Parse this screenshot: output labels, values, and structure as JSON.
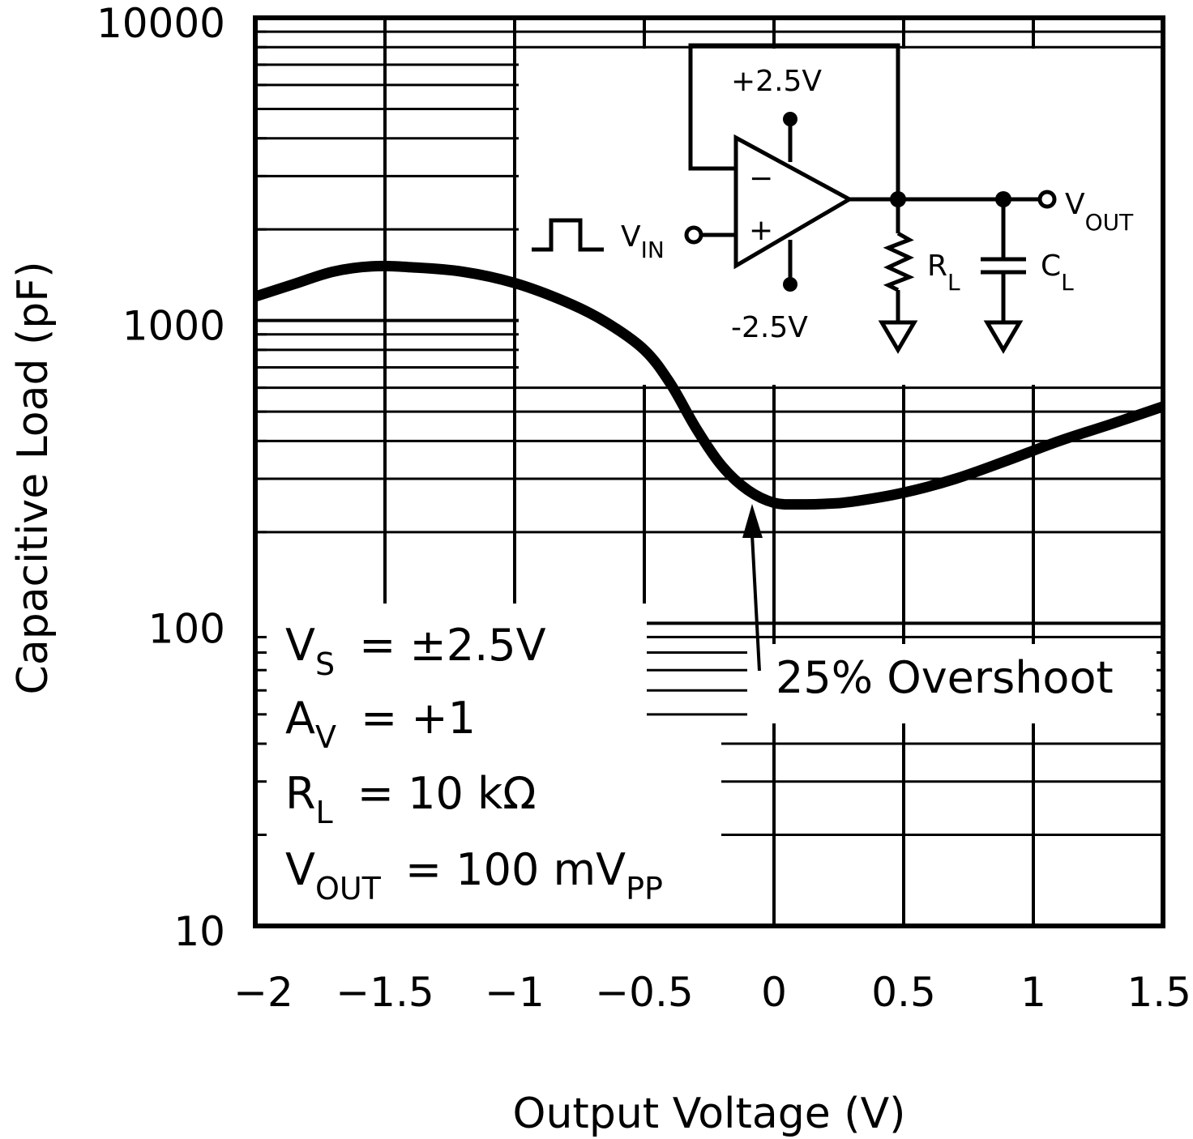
{
  "chart_data": {
    "type": "line",
    "title": "",
    "xlabel": "Output Voltage (V)",
    "ylabel": "Capacitive Load (pF)",
    "xlim": [
      -2,
      1.5
    ],
    "ylim": [
      10,
      10000
    ],
    "yscale": "log",
    "grid": true,
    "x_ticks": [
      "-2",
      "-1.5",
      "-1",
      "-0.5",
      "0",
      "0.5",
      "1",
      "1.5"
    ],
    "y_ticks": [
      "10",
      "100",
      "1000",
      "10000"
    ],
    "series": [
      {
        "name": "25% Overshoot",
        "x": [
          -2.0,
          -1.85,
          -1.7,
          -1.55,
          -1.4,
          -1.2,
          -1.0,
          -0.8,
          -0.65,
          -0.5,
          -0.4,
          -0.3,
          -0.2,
          -0.1,
          0.0,
          0.1,
          0.2,
          0.3,
          0.5,
          0.7,
          0.9,
          1.1,
          1.3,
          1.5
        ],
        "y": [
          1200,
          1320,
          1450,
          1510,
          1500,
          1450,
          1330,
          1150,
          990,
          800,
          620,
          440,
          330,
          275,
          250,
          247,
          248,
          252,
          270,
          300,
          345,
          400,
          455,
          520
        ]
      }
    ],
    "annotations": [
      {
        "text": "25% Overshoot",
        "x": -0.1,
        "y": 275
      }
    ]
  },
  "conditions": {
    "vs": {
      "main": "V",
      "sub": "S",
      "rest": "=  ±2.5V"
    },
    "av": {
      "main": "A",
      "sub": "V",
      "rest": "=  +1"
    },
    "rl": {
      "main": "R",
      "sub": "L",
      "rest": "=  10 kΩ"
    },
    "vout": {
      "main": "V",
      "sub": "OUT",
      "rest": "=  100 mV",
      "rest_sub": "PP"
    }
  },
  "circuit": {
    "vpos": "+2.5V",
    "vneg": "-2.5V",
    "minus": "−",
    "plus": "+",
    "vin": "V",
    "vin_sub": "IN",
    "vout": "V",
    "vout_sub": "OUT",
    "rl": "R",
    "rl_sub": "L",
    "cl": "C",
    "cl_sub": "L"
  }
}
